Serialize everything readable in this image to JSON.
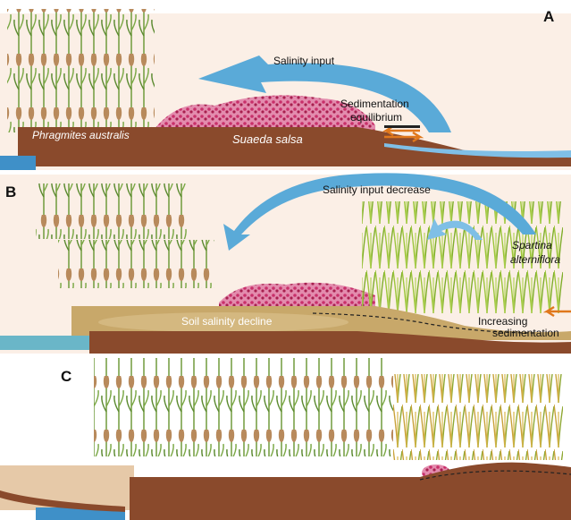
{
  "panels": {
    "a": {
      "letter": "A",
      "arrow_label": "Salinity input",
      "sedimentation_label_1": "Sedimentation",
      "sedimentation_label_2": "equilibrium",
      "reed_label": "Phragmites australis",
      "suaeda_label": "Suaeda salsa"
    },
    "b": {
      "letter": "B",
      "arrow_label": "Salinity input decrease",
      "spartina_label_1": "Spartina",
      "spartina_label_2": "alterniflora",
      "soil_label": "Soil salinity decline",
      "sediment_label_1": "Increasing",
      "sediment_label_2": "sedimentation"
    },
    "c": {
      "letter": "C"
    }
  },
  "colors": {
    "reed_tan": "#b88a5c",
    "reed_green": "#6f9a3c",
    "suaeda_pink": "#c8306a",
    "spartina_green": "#9cc63a",
    "spartina_gold": "#c9a23a",
    "soil_brown": "#8a4a2c",
    "soil_tan": "#c8a86a",
    "salinity_arrow_blue": "#5aaad8",
    "sediment_arrow_orange": "#e0781c",
    "water_blue": "#3f90c8",
    "panel_bg_peach": "#fbefe6"
  }
}
